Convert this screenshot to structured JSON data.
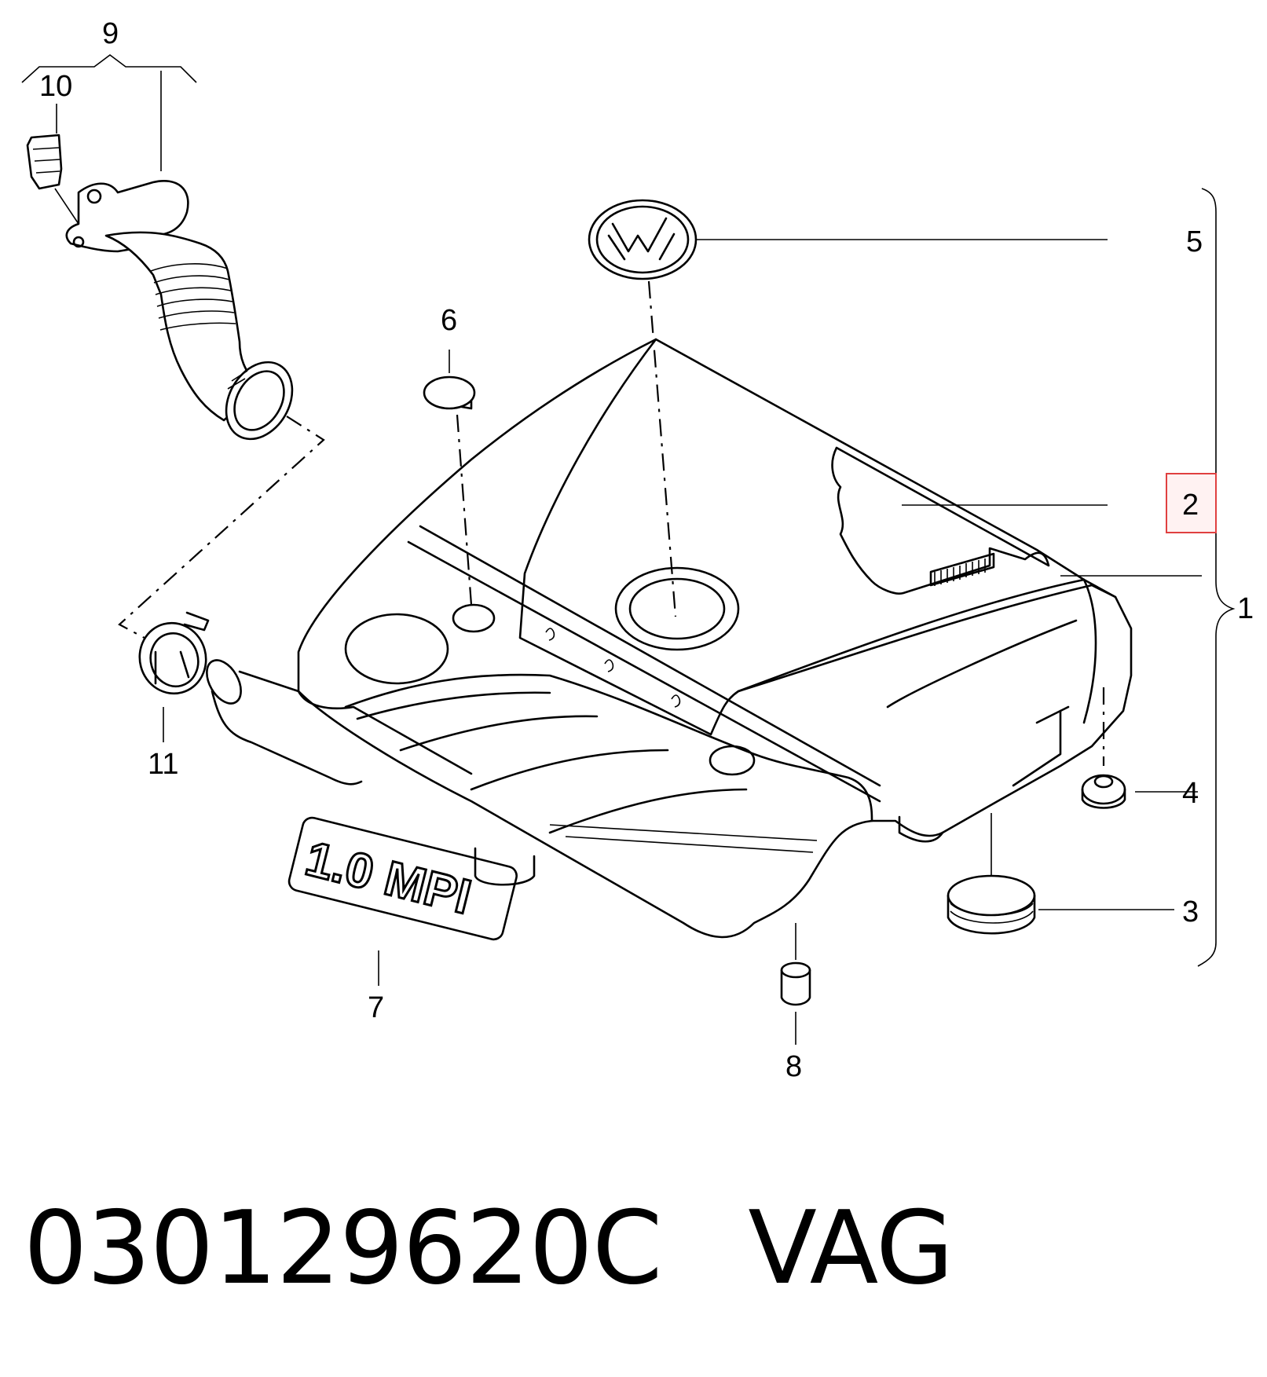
{
  "diagram": {
    "callouts": [
      "1",
      "2",
      "3",
      "4",
      "5",
      "6",
      "7",
      "8",
      "9",
      "10",
      "11"
    ],
    "highlighted_callout": "2",
    "badge_text": "1.0 MPI",
    "highlight_color": "#e04040"
  },
  "caption": {
    "part_number": "030129620C",
    "brand": "VAG"
  }
}
